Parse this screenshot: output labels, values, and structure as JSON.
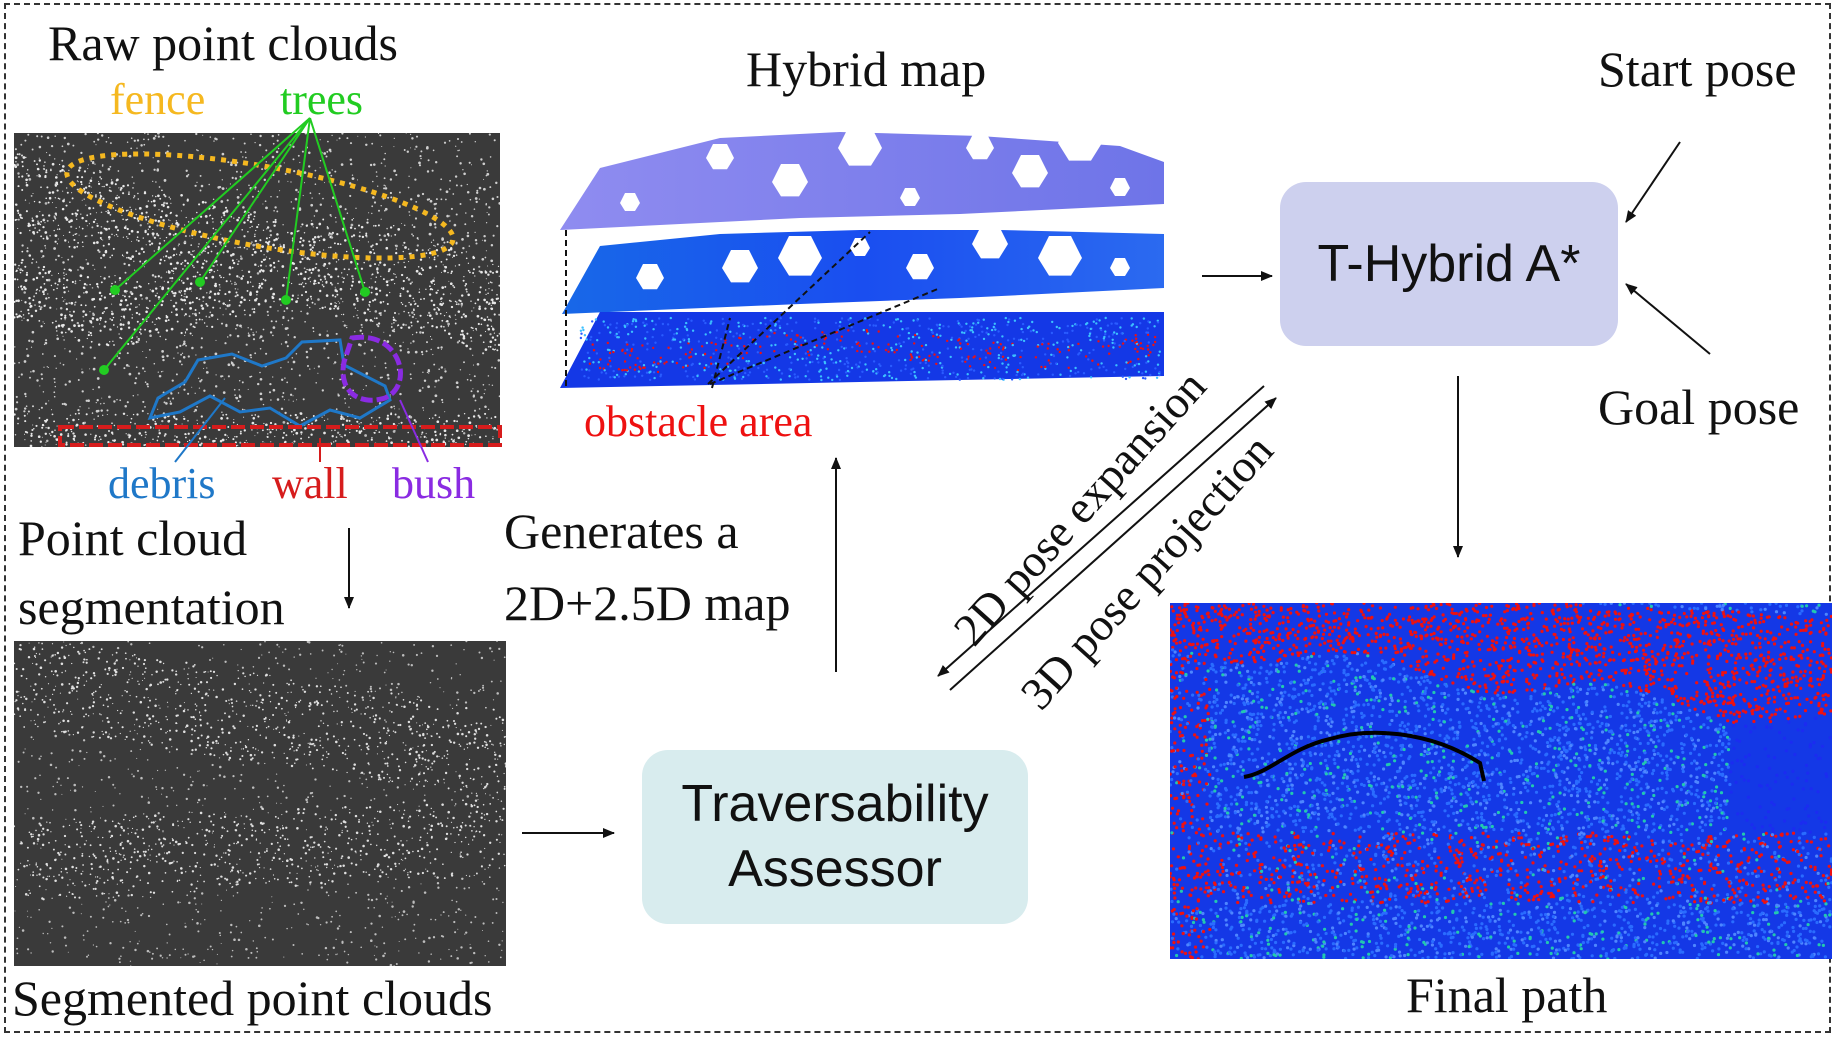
{
  "diagram": {
    "raw_title": "Raw point clouds",
    "labels": {
      "fence": "fence",
      "trees": "trees",
      "debris": "debris",
      "wall": "wall",
      "bush": "bush",
      "obstacle_area": "obstacle area"
    },
    "segmentation_line1": "Point cloud",
    "segmentation_line2": "segmentation",
    "segmented_title": "Segmented point clouds",
    "hybrid_map_title": "Hybrid map",
    "generates_line1": "Generates  a",
    "generates_line2": "2D+2.5D map",
    "traversability_line1": "Traversability",
    "traversability_line2": "Assessor",
    "planner": "T-Hybrid A*",
    "start_pose": "Start pose",
    "goal_pose": "Goal pose",
    "pose_expansion": "2D pose expansion",
    "pose_projection": "3D pose projection",
    "final_path": "Final path"
  },
  "colors": {
    "fence": "#f5b820",
    "trees": "#22cc22",
    "debris": "#1f78c8",
    "wall": "#d61c1c",
    "bush": "#8a2be2",
    "obstacle": "#ee1111",
    "planner_box": "#cdd0ee",
    "assessor_box": "#d8ecee",
    "cloud_bg": "#3a3a3a",
    "map_blue": "#1438e6"
  },
  "icons": {
    "arrow": "arrow-icon",
    "dashed_frame": "dashed-border"
  }
}
